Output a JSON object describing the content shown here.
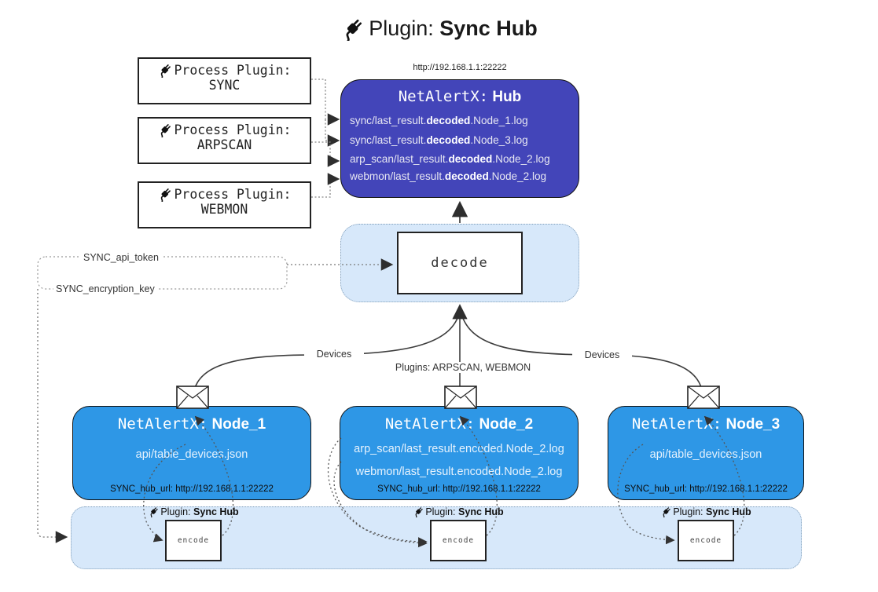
{
  "title": {
    "label": "Plugin:",
    "name": "Sync Hub"
  },
  "hub": {
    "url": "http://192.168.1.1:22222",
    "title_prefix": "NetAlertX:",
    "title_name": "Hub",
    "lines": [
      {
        "pre": "sync/last_result.",
        "bold": "decoded",
        "post": ".Node_1.log"
      },
      {
        "pre": "sync/last_result.",
        "bold": "decoded",
        "post": ".Node_3.log"
      },
      {
        "pre": "arp_scan/last_result.",
        "bold": "decoded",
        "post": ".Node_2.log"
      },
      {
        "pre": "webmon/last_result.",
        "bold": "decoded",
        "post": ".Node_2.log"
      }
    ]
  },
  "process_plugins": [
    {
      "label": "Process Plugin:",
      "name": "SYNC"
    },
    {
      "label": "Process Plugin:",
      "name": "ARPSCAN"
    },
    {
      "label": "Process Plugin:",
      "name": "WEBMON"
    }
  ],
  "settings": {
    "api_token": "SYNC_api_token",
    "encryption_key": "SYNC_encryption_key"
  },
  "decode": {
    "label": "decode"
  },
  "edges": {
    "devices_left": "Devices",
    "devices_right": "Devices",
    "plugins_mid": "Plugins: ARPSCAN, WEBMON"
  },
  "nodes": [
    {
      "title_prefix": "NetAlertX:",
      "title_name": "Node_1",
      "files": [
        "api/table_devices.json"
      ],
      "hub_url": "SYNC_hub_url: http://192.168.1.1:22222"
    },
    {
      "title_prefix": "NetAlertX:",
      "title_name": "Node_2",
      "files": [
        "arp_scan/last_result.encoded.Node_2.log",
        "webmon/last_result.encoded.Node_2.log"
      ],
      "hub_url": "SYNC_hub_url: http://192.168.1.1:22222"
    },
    {
      "title_prefix": "NetAlertX:",
      "title_name": "Node_3",
      "files": [
        "api/table_devices.json"
      ],
      "hub_url": "SYNC_hub_url: http://192.168.1.1:22222"
    }
  ],
  "encode_sections": [
    {
      "plugin_label": "Plugin:",
      "plugin_name": "Sync Hub",
      "box_label": "encode"
    },
    {
      "plugin_label": "Plugin:",
      "plugin_name": "Sync Hub",
      "box_label": "encode"
    },
    {
      "plugin_label": "Plugin:",
      "plugin_name": "Sync Hub",
      "box_label": "encode"
    }
  ],
  "colors": {
    "hub_fill": "#4345b9",
    "node_fill": "#2e97e6",
    "panel_fill": "#d7e8fa",
    "panel_border": "#7f9db9",
    "line": "#3d3d3d"
  }
}
